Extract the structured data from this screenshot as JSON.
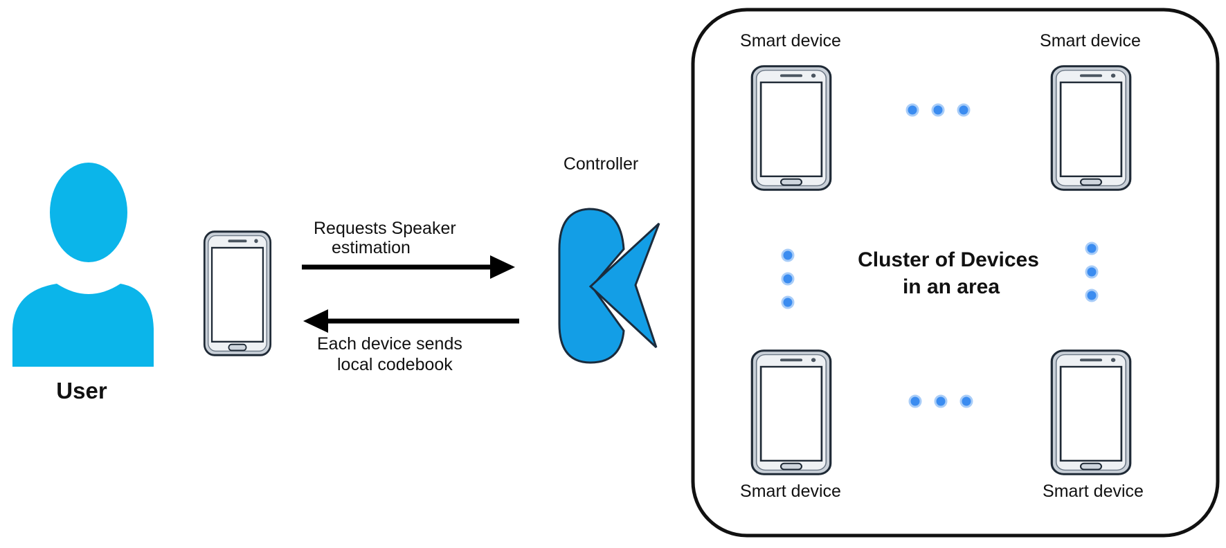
{
  "user": {
    "label": "User",
    "icon": "user-icon",
    "color": "#0bb5ea"
  },
  "user_phone": {
    "icon": "smartphone-icon"
  },
  "request_arrow": {
    "label_line1": "Requests Speaker",
    "label_line2": "estimation"
  },
  "response_arrow": {
    "label_line1": "Each device sends",
    "label_line2": "local codebook"
  },
  "controller": {
    "label": "Controller",
    "icon": "controller-icon",
    "color": "#139ee6"
  },
  "cluster": {
    "title_line1": "Cluster of Devices",
    "title_line2": "in an area",
    "devices": [
      {
        "label": "Smart device"
      },
      {
        "label": "Smart device"
      },
      {
        "label": "Smart device"
      },
      {
        "label": "Smart device"
      }
    ]
  },
  "ellipsis_color": "#3b8cf0"
}
